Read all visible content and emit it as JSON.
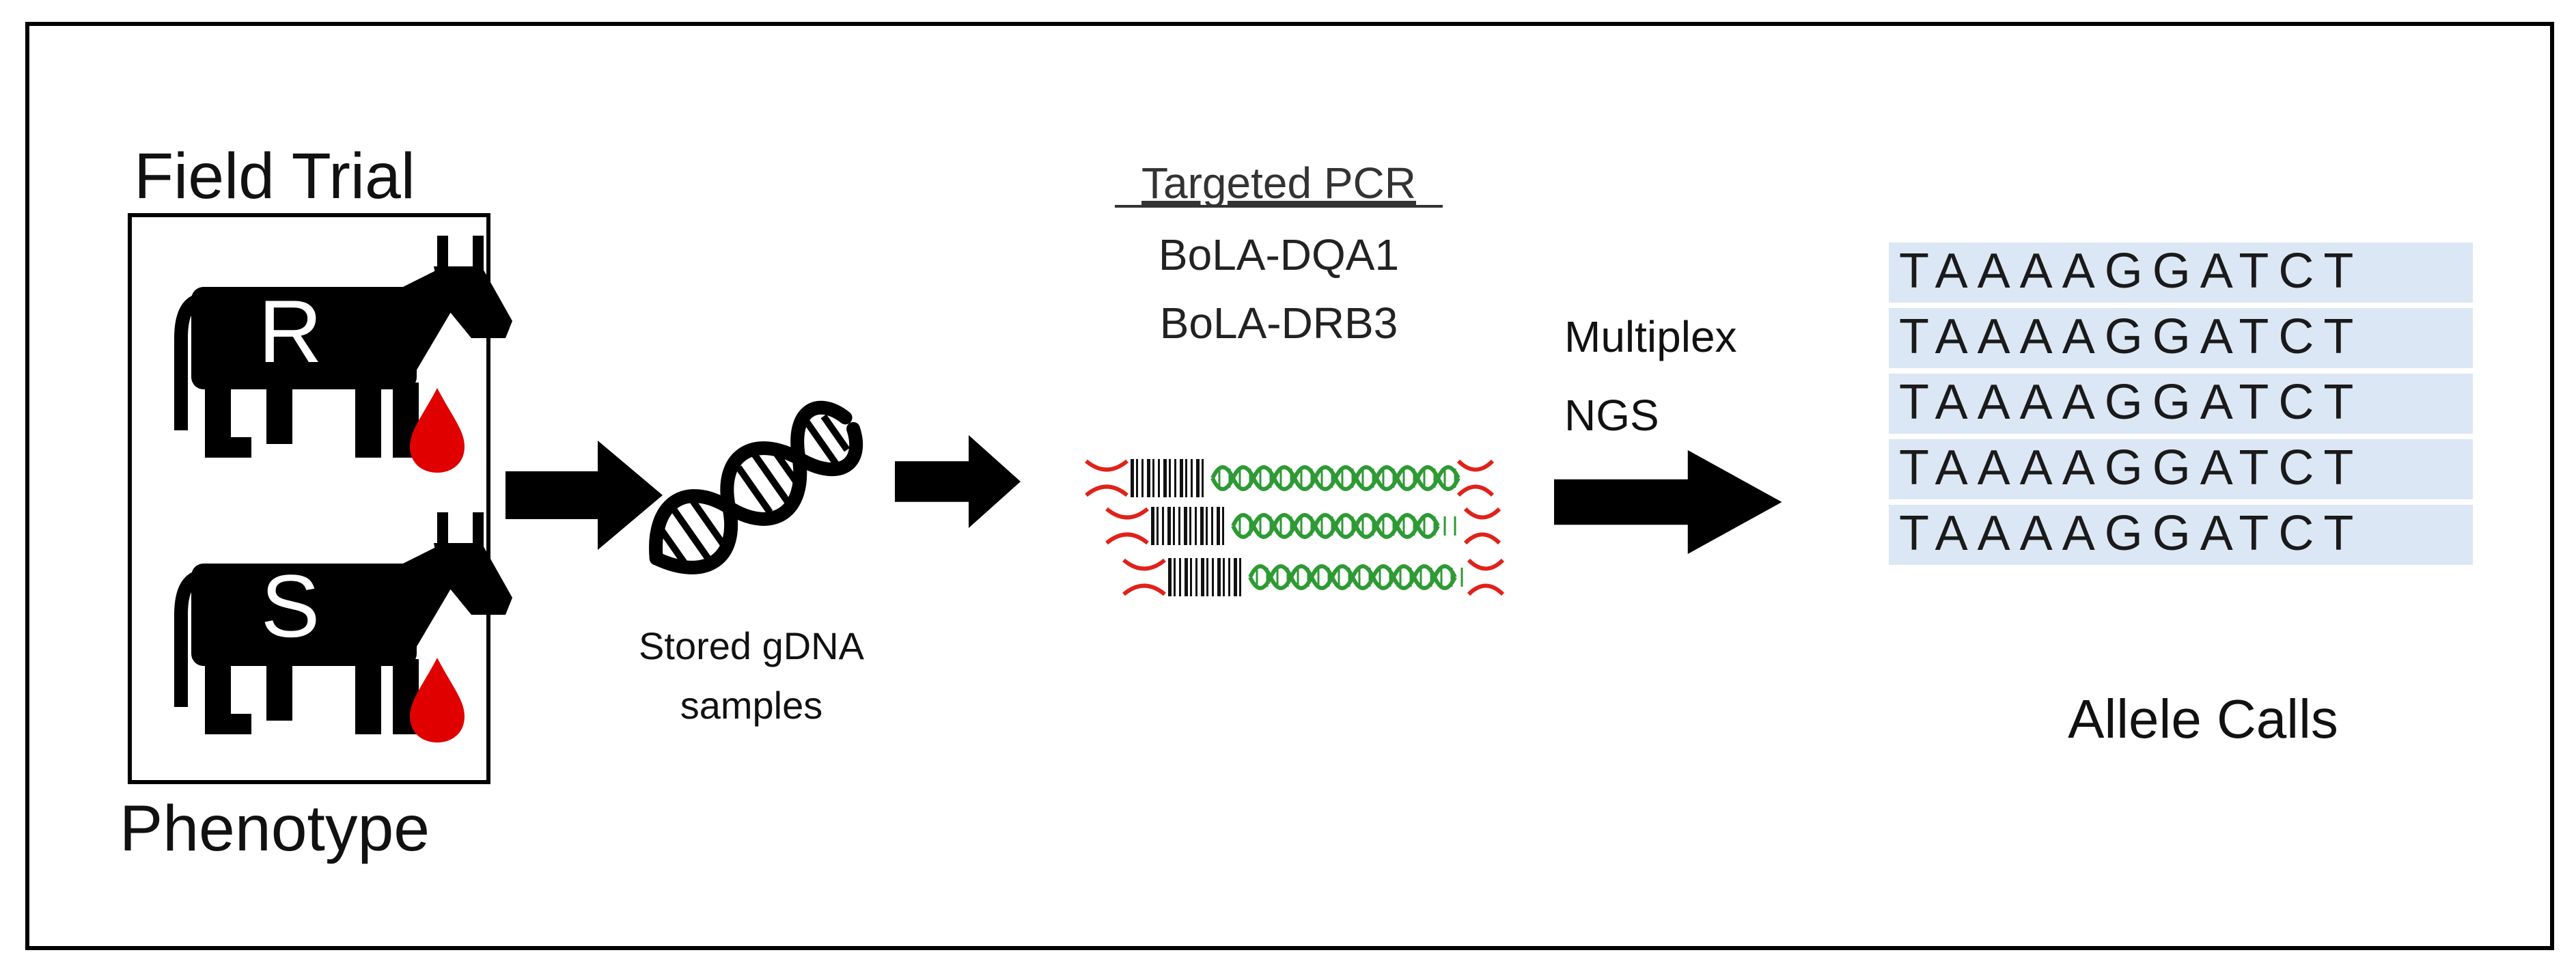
{
  "field_trial": {
    "title": "Field Trial",
    "footer": "Phenotype",
    "resistant_label": "R",
    "susceptible_label": "S"
  },
  "dna": {
    "caption_line1": "Stored gDNA",
    "caption_line2": "samples"
  },
  "pcr": {
    "heading": "Targeted PCR",
    "gene1": "BoLA-DQA1",
    "gene2": "BoLA-DRB3"
  },
  "ngs": {
    "line1": "Multiplex",
    "line2": "NGS"
  },
  "alleles": {
    "rows": [
      "TAAAAGGATCT",
      "TAAAAGGATCT",
      "TAAAAGGATCT",
      "TAAAAGGATCT",
      "TAAAAGGATCT"
    ],
    "caption": "Allele Calls"
  },
  "colors": {
    "frame": "#000000",
    "blood": "#e00000",
    "helix_green": "#2e9a34",
    "helix_red": "#e0221a",
    "sequence_bg": "#dbe7f4",
    "sequence_text": "#1a1a1a"
  },
  "icons": [
    "cow-icon",
    "blood-drop-icon",
    "dna-helix-icon",
    "amplicon-icon",
    "arrow-icon"
  ]
}
